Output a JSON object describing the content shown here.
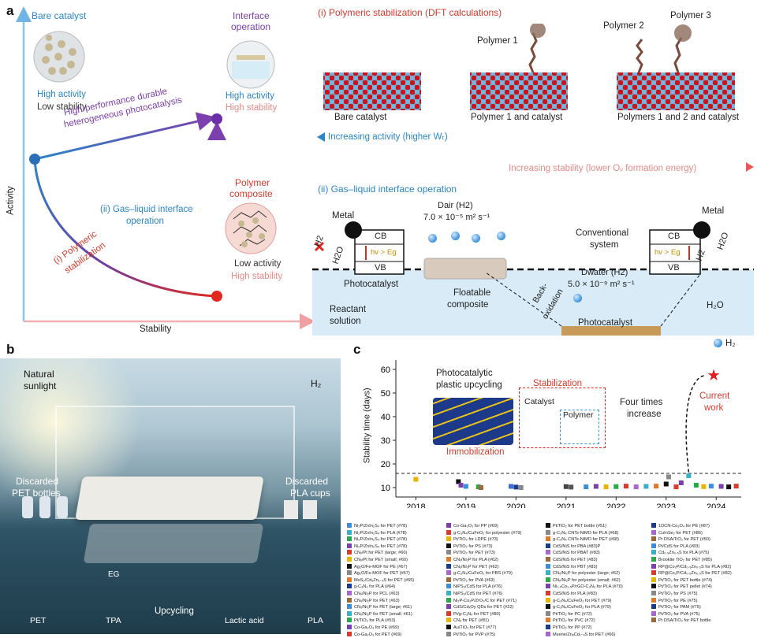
{
  "panel_a": {
    "letter": "a",
    "axis_y": "Activity",
    "axis_x": "Stability",
    "bare_catalyst": {
      "title": "Bare catalyst",
      "activity": "High activity",
      "stability": "Low stability"
    },
    "interface_operation": {
      "title_line1": "Interface",
      "title_line2": "operation",
      "activity": "High activity",
      "stability": "High stability"
    },
    "polymer_composite": {
      "title_line1": "Polymer",
      "title_line2": "composite",
      "activity": "Low activity",
      "stability": "High stability"
    },
    "hp_label_line1": "High-performance durable",
    "hp_label_line2": "heterogeneous photocatalysis",
    "gas_liquid_line1": "(ii) Gas–liquid interface",
    "gas_liquid_line2": "operation",
    "poly_stab_line1": "(i) Polymeric",
    "poly_stab_line2": "stabilization",
    "dft": {
      "heading": "(i) Polymeric stabilization (DFT calculations)",
      "polymer1": "Polymer 1",
      "polymer2": "Polymer 2",
      "polymer3": "Polymer 3",
      "cap1": "Bare catalyst",
      "cap2": "Polymer 1 and catalyst",
      "cap3": "Polymers 1 and 2 and catalyst",
      "activity_arrow": "Increasing activity (higher Wₜ)",
      "stability_arrow": "Increasing stability (lower Oᵥ formation energy)"
    },
    "gl": {
      "heading": "(ii) Gas–liquid interface operation",
      "metal_left": "Metal",
      "metal_right": "Metal",
      "cb": "CB",
      "vb": "VB",
      "hv": "hv > Eg",
      "h2": "H2",
      "h2o": "H2O",
      "photocatalyst_label": "Photocatalyst",
      "floatable_line1": "Floatable",
      "floatable_line2": "composite",
      "dair": "Dair (H2)",
      "dair_val": "7.0 × 10⁻⁵ m² s⁻¹",
      "dwater": "Dwater (H2)",
      "dwater_val": "5.0 × 10⁻⁹ m² s⁻¹",
      "conventional_line1": "Conventional",
      "conventional_line2": "system",
      "back_line1": "Back-",
      "back_line2": "oxidation",
      "photocatalyst_bar": "Photocatalyst",
      "reactant_line1": "Reactant",
      "reactant_line2": "solution",
      "legend_h2o": "H₂O",
      "legend_h2": "H₂"
    }
  },
  "panel_b": {
    "letter": "b",
    "sunlight_line1": "Natural",
    "sunlight_line2": "sunlight",
    "h2": "H₂",
    "pet_bottles_line1": "Discarded",
    "pet_bottles_line2": "PET bottles",
    "pla_cups_line1": "Discarded",
    "pla_cups_line2": "PLA cups",
    "eg": "EG",
    "pet": "PET",
    "tpa": "TPA",
    "upcycling": "Upcycling",
    "lactic": "Lactic acid",
    "pla": "PLA"
  },
  "panel_c": {
    "letter": "c",
    "inset_title_line1": "Photocatalytic",
    "inset_title_line2": "plastic upcycling",
    "stabilization": "Stabilization",
    "immobilization": "Immobilization",
    "catalyst": "Catalyst",
    "polymer": "Polymer",
    "four_times_line1": "Four times",
    "four_times_line2": "increase",
    "current_line1": "Current",
    "current_line2": "work"
  },
  "chart_data": {
    "type": "scatter",
    "ylabel": "Stability time (days)",
    "xlabel": "",
    "x_ticks": [
      "2018",
      "2019",
      "2020",
      "2021",
      "2022",
      "2023",
      "2024"
    ],
    "y_ticks": [
      "10",
      "20",
      "30",
      "40",
      "50",
      "60"
    ],
    "ylim": [
      6,
      64
    ],
    "xlim": [
      2017.6,
      2024.5
    ],
    "reference_line": 16,
    "grid": false,
    "points": [
      {
        "x": 2018.0,
        "y": 13.5,
        "color": "#e8b400"
      },
      {
        "x": 2018.85,
        "y": 12.5,
        "color": "#111111"
      },
      {
        "x": 2018.9,
        "y": 11.0,
        "color": "#7b3fae"
      },
      {
        "x": 2019.0,
        "y": 10.5,
        "color": "#3a8fd8"
      },
      {
        "x": 2019.25,
        "y": 10.3,
        "color": "#2aa84a"
      },
      {
        "x": 2019.3,
        "y": 10.0,
        "color": "#9a6a3a"
      },
      {
        "x": 2019.9,
        "y": 10.5,
        "color": "#3a6fd8"
      },
      {
        "x": 2020.0,
        "y": 10.2,
        "color": "#1a3a8a"
      },
      {
        "x": 2020.1,
        "y": 10.0,
        "color": "#888888"
      },
      {
        "x": 2021.0,
        "y": 10.4,
        "color": "#444444"
      },
      {
        "x": 2021.1,
        "y": 10.2,
        "color": "#555555"
      },
      {
        "x": 2021.4,
        "y": 10.3,
        "color": "#3a8fd8"
      },
      {
        "x": 2021.6,
        "y": 10.5,
        "color": "#7b3fae"
      },
      {
        "x": 2021.8,
        "y": 10.3,
        "color": "#e8b400"
      },
      {
        "x": 2022.0,
        "y": 10.4,
        "color": "#2aa84a"
      },
      {
        "x": 2022.2,
        "y": 10.6,
        "color": "#d83a2c"
      },
      {
        "x": 2022.4,
        "y": 10.3,
        "color": "#aa66cc"
      },
      {
        "x": 2022.6,
        "y": 10.5,
        "color": "#3ab0c8"
      },
      {
        "x": 2022.8,
        "y": 10.6,
        "color": "#e07a2a"
      },
      {
        "x": 2023.0,
        "y": 11.5,
        "color": "#111111"
      },
      {
        "x": 2023.05,
        "y": 14.5,
        "color": "#888888"
      },
      {
        "x": 2023.2,
        "y": 10.3,
        "color": "#d83a2c"
      },
      {
        "x": 2023.3,
        "y": 12.0,
        "color": "#7b3fae"
      },
      {
        "x": 2023.45,
        "y": 15.0,
        "color": "#3ab0c8"
      },
      {
        "x": 2023.6,
        "y": 11.0,
        "color": "#2aa84a"
      },
      {
        "x": 2023.75,
        "y": 10.4,
        "color": "#e8b400"
      },
      {
        "x": 2023.9,
        "y": 10.6,
        "color": "#3a8fd8"
      },
      {
        "x": 2024.1,
        "y": 10.5,
        "color": "#7b3fae"
      },
      {
        "x": 2024.25,
        "y": 10.3,
        "color": "#111111"
      },
      {
        "x": 2024.4,
        "y": 10.6,
        "color": "#d83a2c"
      }
    ],
    "highlight": {
      "x": 2023.95,
      "y": 57.5,
      "color": "#e02020",
      "marker": "star"
    }
  },
  "legend": [
    [
      "Ni₂P/ZnIn₂S₄ for PET (#78)",
      "Ni₂P/ZnIn₂S₄ for PLA (#78)",
      "Ni₂P/ZnIn₂S₄ for PET (#78)",
      "Ni₂P/ZnIn₂S₄ for PET (#78)",
      "CNₓ/Pt for PET (large; #60)",
      "CNₓ/Pt for PET (small; #60)",
      "Ag₂O/Fe-MOF for PE (#67)",
      "Ag₂O/Fe-MOF for PET (#67)",
      "MoS₂/CdₓZn₁₋ₓS for PET (#65)",
      "g-C₃N₄ for PLA (#64)",
      "CNₓ/Ni₂P for PCL (#63)",
      "CNₓ/Ni₂P for PET (#63)",
      "CNₓ/Ni₂P for PET (large; #61)",
      "CNₓ/Ni₂P for PET (small; #61)",
      "Pt/TiO₂ for PLA (#53)",
      "Co-Ga₂O₃ for PE (#69)",
      "Co-Ga₂O₃ for PET (#69)"
    ],
    [
      "Co-Ga₂O₃ for PP (#69)",
      "g-C₃N₄/CuFeO₂ for polyester (#79)",
      "Pt/TiO₂ for LDPE (#73)",
      "Pt/TiO₂ for PS (#73)",
      "Pt/TiO₂ for PET (#73)",
      "CNₓ/Ni₂P for PLA (#62)",
      "CNₓ/Ni₂P for PET (#62)",
      "g-C₃N₄/CuFeO₂ for PBS (#79)",
      "Pt/TiO₂ for PVA (#63)",
      "NiPS₃/CdS for PLA (#76)",
      "NiPS₃/CdS for PET (#76)",
      "Ni₂P-Co₂P/ZrO₂/C for PET (#71)",
      "CdS/CdₓOy QDs for PET (#22)",
      "Pt/g-C₃N₄ for PET (#80)",
      "CNₓ for PET (#81)",
      "Au/TiO₂ for PET (#77)",
      "Pt/TiO₂ for PVP (#75)"
    ],
    [
      "Pt/TiO₂ for PET bottle (#51)",
      "g-C₃N₄ CNTs-NiMO for PLA (#68)",
      "g-C₃N₄ CNTs-NiMO for PET (#68)",
      "CdS/NiS for PBA (#83)P",
      "CdS/NiS for PBAT (#83)",
      "CdS/NiS for PET (#83)",
      "CdS/NiS for PBT (#83)",
      "CNₓ/Ni₂P for polyester (large; #62)",
      "CNₓ/Ni₂P for polyester (small; #62)",
      "Ni₁.₅Co₁.₅P/rGO-C₃N₄ for PLA (#70)",
      "CdS/NiS for PLA (#83)",
      "g-C₃N₄/CuFeO₂ for PET (#79)",
      "g-C₃N₄/CuFeO₂ for PLA (#79)",
      "Pt/TiO₂ for PC (#72)",
      "Pt/TiO₂ for PVC (#72)",
      "Pt/TiO₂ for PP (#72)",
      "Mxene/ZnₓCd₁₋ₓS for PET (#66)"
    ],
    [
      "1DCN-Co₃O₄ for PE (#87)",
      "CuInSe₂ for PET (#86)",
      "Pt DSA/TiO₂ for PET (#50)",
      "Pt/CdS for PLA (#83)",
      "Cd₀.₅Zn₀.₅S for PLA (#75)",
      "Brookite TiO₂ for PET (#85)",
      "RP@Co₂P/Cd₀.₅Zn₀.₅S for PLA (#82)",
      "RP@Co₂P/Cd₀.₅Zn₀.₅S for PET (#82)",
      "Pt/TiO₂ for PET bottle (#74)",
      "Pt/TiO₂ for PET pellet (#74)",
      "Pt/TiO₂ for PS (#75)",
      "Pt/TiO₂ for PE (#75)",
      "Pt/TiO₂ for PAM (#75)",
      "Pt/TiO₂ for PVA (#75)",
      "Pt DSA/TiO₂ for PET bottle"
    ]
  ],
  "legend_colors": [
    "#3a8fd8",
    "#3ab0c8",
    "#2aa84a",
    "#7b3fae",
    "#d83a2c",
    "#e8b400",
    "#111111",
    "#888888",
    "#e07a2a",
    "#1a3a8a",
    "#aa66cc",
    "#9a6a3a"
  ]
}
